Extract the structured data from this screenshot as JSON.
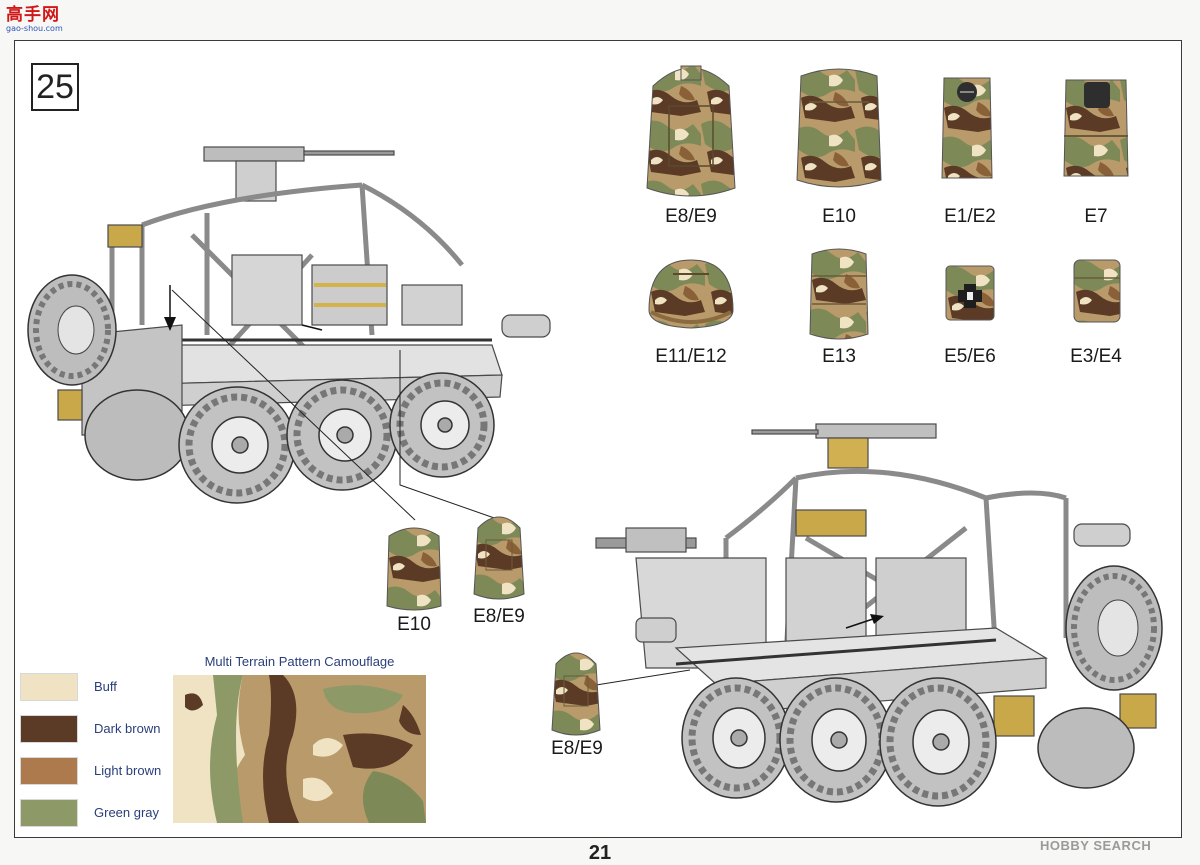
{
  "site": {
    "logo_text": "高手网",
    "logo_url": "gao-shou.com"
  },
  "step": {
    "number": "25"
  },
  "parts_grid": [
    {
      "label": "E8/E9",
      "type": "large-pack"
    },
    {
      "label": "E10",
      "type": "square-pack"
    },
    {
      "label": "E1/E2",
      "type": "hydration-pouch"
    },
    {
      "label": "E7",
      "type": "hydration-pouch"
    },
    {
      "label": "E11/E12",
      "type": "helmet"
    },
    {
      "label": "E13",
      "type": "bedroll"
    },
    {
      "label": "E5/E6",
      "type": "medic-pouch"
    },
    {
      "label": "E3/E4",
      "type": "small-pouch"
    }
  ],
  "callouts": {
    "top_vehicle": [
      {
        "label": "E10"
      },
      {
        "label": "E8/E9"
      }
    ],
    "bottom_vehicle": [
      {
        "label": "E8/E9"
      }
    ]
  },
  "legend": {
    "title": "Multi Terrain Pattern Camouflage",
    "colors": [
      {
        "name": "Buff",
        "hex": "#efe3c4"
      },
      {
        "name": "Dark brown",
        "hex": "#5b3a26"
      },
      {
        "name": "Light brown",
        "hex": "#ad7a4e"
      },
      {
        "name": "Green gray",
        "hex": "#8d9a67"
      }
    ]
  },
  "footer": {
    "page_number": "21",
    "watermark": "HOBBY SEARCH"
  }
}
